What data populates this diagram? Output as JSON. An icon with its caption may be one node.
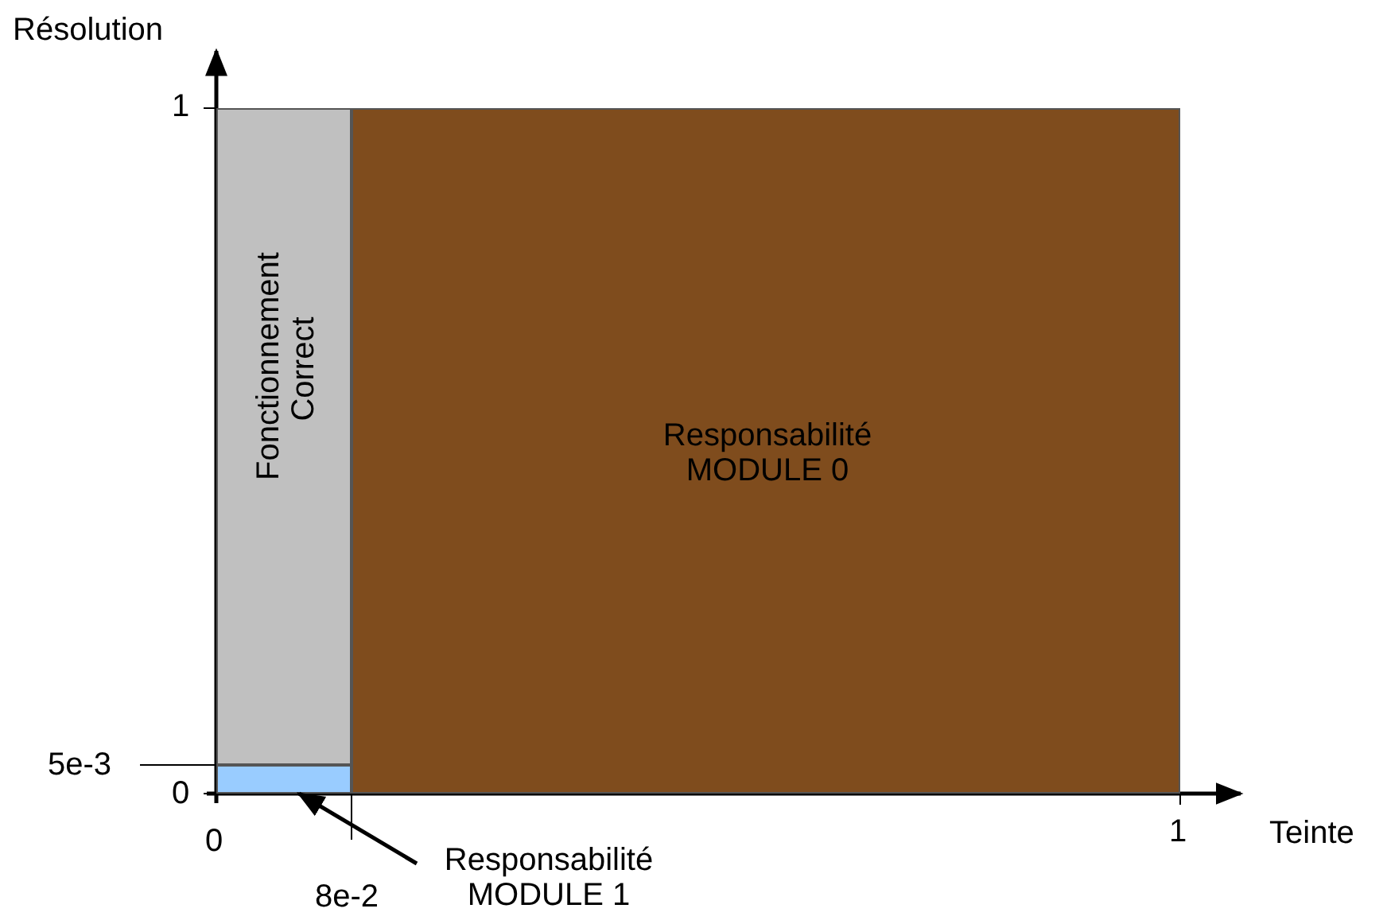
{
  "diagram": {
    "nodes": [
      {
        "text": [
          "Fonctionnement Correct"
        ]
      },
      {
        "text": [
          "Responsabilité MODULE 0"
        ]
      },
      {
        "text": [],
        "shape": "box"
      },
      {
        "text": [
          "Responsabilité MODULE 1"
        ]
      }
    ],
    "edges": [
      {
        "from": 3,
        "to": 2,
        "arrow": "to"
      }
    ],
    "labels": [
      "Résolution",
      "1",
      "5e-3",
      "0",
      "0",
      "8e-2",
      "1",
      "Teinte"
    ]
  }
}
